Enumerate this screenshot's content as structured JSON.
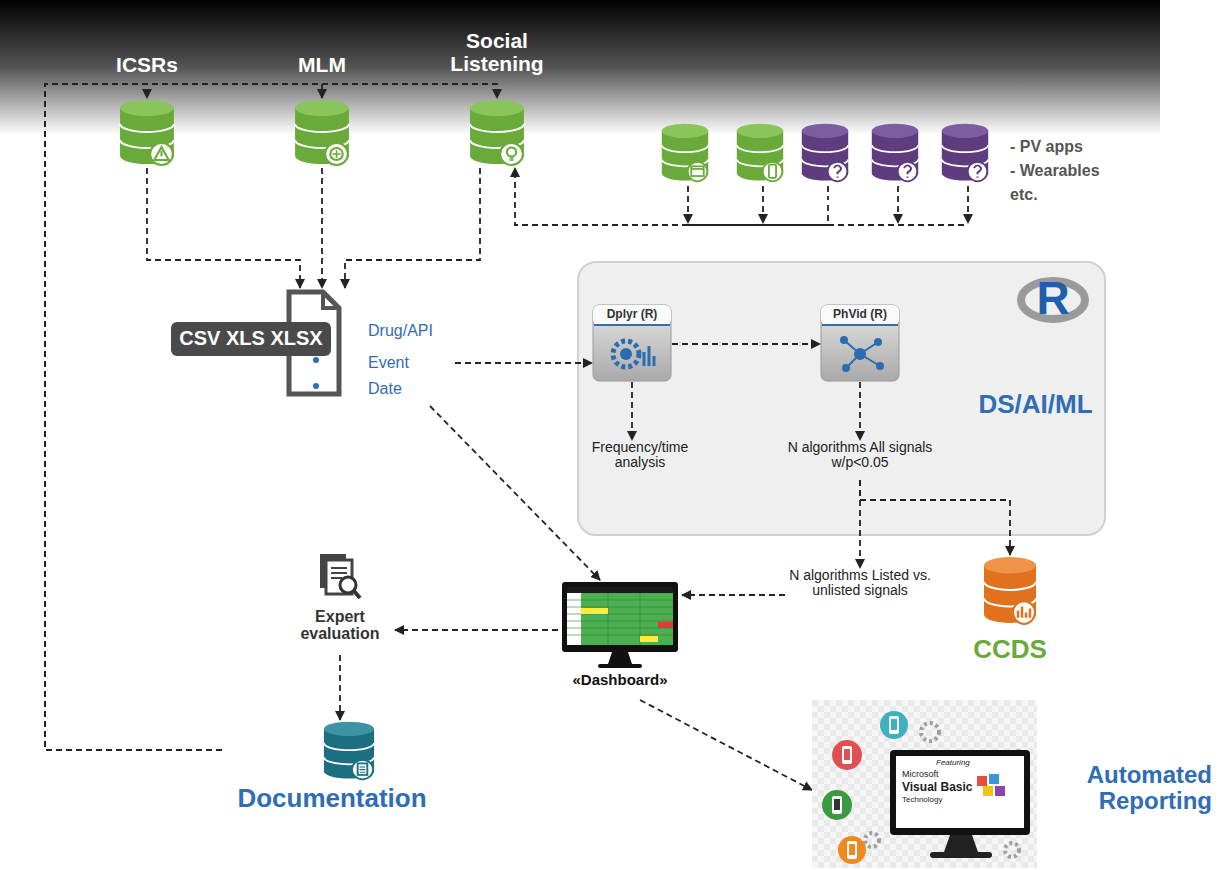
{
  "diagram": {
    "nodes": [
      {
        "text": [
          "ICSRs"
        ]
      },
      {
        "text": [
          "MLM"
        ]
      },
      {
        "text": [
          "Social Listening"
        ]
      },
      {
        "text": [
          "- PV apps",
          "- Wearables",
          "etc."
        ]
      },
      {
        "text": [
          "CSV XLS XLSX",
          "Drug/API",
          "Event",
          "Date"
        ]
      },
      {
        "text": [
          "R",
          "DS/AI/ML"
        ]
      },
      {
        "text": [
          "Dplyr (R)"
        ],
        "in": 5
      },
      {
        "text": [
          "PhVid (R)"
        ],
        "in": 5
      },
      {
        "text": [
          "Frequency/time analysis"
        ],
        "in": 5
      },
      {
        "text": [
          "N algorithms All signals w/p<0.05"
        ],
        "in": 5
      },
      {
        "text": [
          "CCDS"
        ]
      },
      {
        "text": [
          "N algorithms Listed vs. unlisted signals"
        ]
      },
      {
        "text": [
          "«Dashboard»"
        ]
      },
      {
        "text": [
          "Expert evaluation"
        ]
      },
      {
        "text": [
          "Documentation"
        ]
      },
      {
        "text": [
          "Automated Reporting"
        ]
      }
    ],
    "edges": [
      {
        "from": 14,
        "to": 0,
        "arrow": "to"
      },
      {
        "from": 14,
        "to": 1,
        "arrow": "to"
      },
      {
        "from": 14,
        "to": 2,
        "arrow": "to"
      },
      {
        "from": 0,
        "to": 4,
        "arrow": "to"
      },
      {
        "from": 1,
        "to": 4,
        "arrow": "to"
      },
      {
        "from": 2,
        "to": 4,
        "arrow": "to"
      },
      {
        "from": 3,
        "to": 2,
        "arrow": "to"
      },
      {
        "from": 4,
        "to": 6,
        "arrow": "to"
      },
      {
        "from": 4,
        "to": 12,
        "arrow": "to"
      },
      {
        "from": 6,
        "to": 7,
        "arrow": "to"
      },
      {
        "from": 6,
        "to": 8,
        "arrow": "to"
      },
      {
        "from": 7,
        "to": 9,
        "arrow": "to"
      },
      {
        "from": 9,
        "to": 10,
        "arrow": "to"
      },
      {
        "from": 9,
        "to": 11,
        "arrow": "to"
      },
      {
        "from": 11,
        "to": 12,
        "arrow": "to"
      },
      {
        "from": 12,
        "to": 13,
        "arrow": "to"
      },
      {
        "from": 13,
        "to": 14,
        "arrow": "to"
      },
      {
        "from": 12,
        "to": 15,
        "arrow": "to"
      }
    ],
    "labels": [
      "Featuring",
      "Microsoft",
      "Visual Basic",
      "Technology"
    ]
  }
}
